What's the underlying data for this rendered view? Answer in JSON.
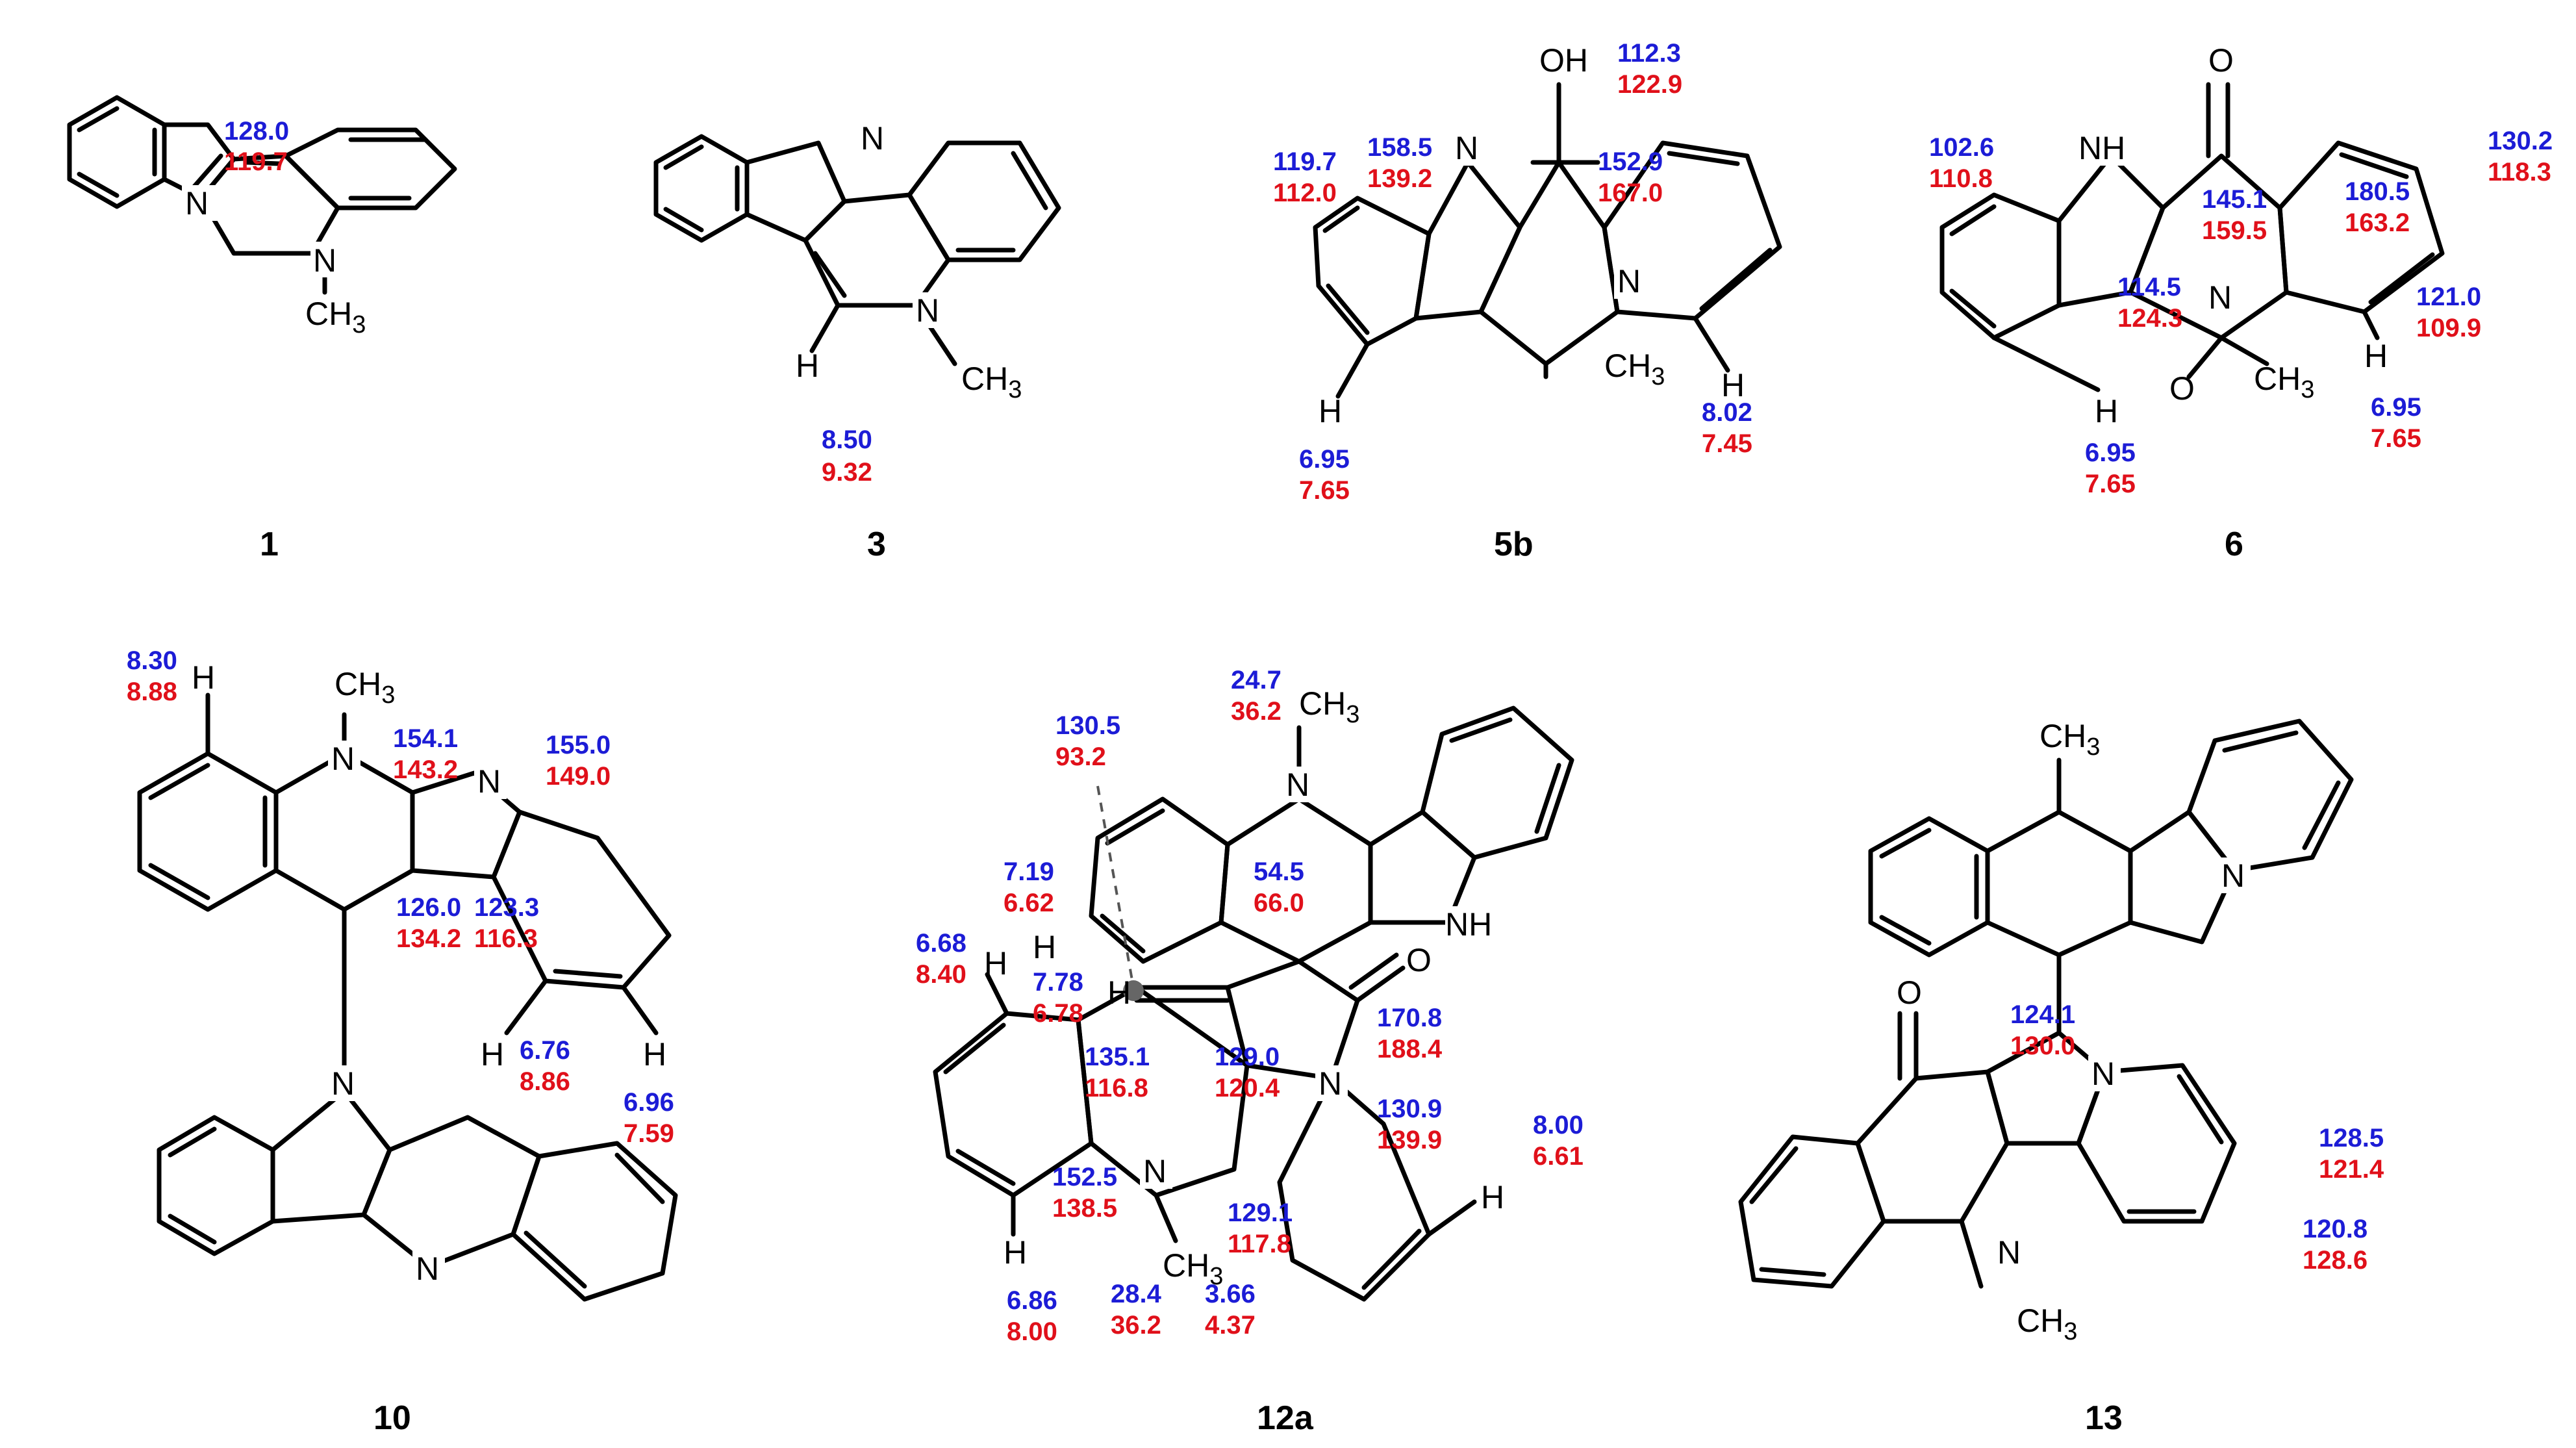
{
  "colors": {
    "upper_value": "#1c1cd6",
    "lower_value": "#e0101a",
    "bond": "#000000"
  },
  "compounds": {
    "c1": {
      "id": "1",
      "atoms": {
        "n_ring": "N",
        "n_methyl": "N",
        "ch3": "CH3"
      },
      "values": {
        "c_top_blue": "128.0",
        "c_top_red": "119.7"
      }
    },
    "c3": {
      "id": "3",
      "atoms": {
        "n_top": "N",
        "n_methyl": "N",
        "h": "H",
        "ch3": "CH3"
      },
      "values": {
        "h_blue": "8.50",
        "h_red": "9.32"
      }
    },
    "c5b": {
      "id": "5b",
      "atoms": {
        "oh": "OH",
        "n_ring": "N",
        "n_methyl": "N",
        "ch3": "CH3",
        "h_left": "H",
        "h_right": "H"
      },
      "values": {
        "a_blue": "119.7",
        "a_red": "112.0",
        "b_blue": "158.5",
        "b_red": "139.2",
        "c_blue": "152.9",
        "c_red": "167.0",
        "d_blue": "112.3",
        "d_red": "122.9",
        "hl_blue": "6.95",
        "hl_red": "7.65",
        "hr_blue": "8.02",
        "hr_red": "7.45"
      }
    },
    "c6": {
      "id": "6",
      "atoms": {
        "o_top": "O",
        "nh": "NH",
        "n_oxide": "N",
        "o_oxide": "O",
        "ch3": "CH3",
        "h_left": "H",
        "h_right": "H"
      },
      "values": {
        "a_blue": "102.6",
        "a_red": "110.8",
        "b_blue": "145.1",
        "b_red": "159.5",
        "c_blue": "180.5",
        "c_red": "163.2",
        "d_blue": "130.2",
        "d_red": "118.3",
        "e_blue": "114.5",
        "e_red": "124.3",
        "f_blue": "121.0",
        "f_red": "109.9",
        "hl_blue": "6.95",
        "hl_red": "7.65",
        "hr_blue": "6.95",
        "hr_red": "7.65"
      }
    },
    "c10": {
      "id": "10",
      "atoms": {
        "h_top": "H",
        "ch3": "CH3",
        "n_methyl": "N",
        "n_ring": "N",
        "n_link": "N",
        "n_bottom": "N",
        "h_mid": "H",
        "h_right": "H"
      },
      "values": {
        "ht_blue": "8.30",
        "ht_red": "8.88",
        "a_blue": "154.1",
        "a_red": "143.2",
        "b_blue": "155.0",
        "b_red": "149.0",
        "c_blue": "126.0",
        "c_red": "134.2",
        "d_blue": "123.3",
        "d_red": "116.3",
        "hm_blue": "6.76",
        "hm_red": "8.86",
        "hr_blue": "6.96",
        "hr_red": "7.59"
      }
    },
    "c12a": {
      "id": "12a",
      "atoms": {
        "ch3_top": "CH3",
        "n_top": "N",
        "nh": "NH",
        "o": "O",
        "n_mid": "N",
        "n_bottom": "N",
        "ch3_bottom": "CH3",
        "h1": "H",
        "h2": "H",
        "h3": "H",
        "h4": "H",
        "h5": "H"
      },
      "values": {
        "me_blue": "24.7",
        "me_red": "36.2",
        "a_blue": "130.5",
        "a_red": "93.2",
        "b_blue": "7.19",
        "b_red": "6.62",
        "spiro_blue": "54.5",
        "spiro_red": "66.0",
        "c_blue": "6.68",
        "c_red": "8.40",
        "d_blue": "7.78",
        "d_red": "6.78",
        "e_blue": "170.8",
        "e_red": "188.4",
        "f_blue": "135.1",
        "f_red": "116.8",
        "g_blue": "129.0",
        "g_red": "120.4",
        "h_blue": "130.9",
        "h_red": "139.9",
        "i_blue": "8.00",
        "i_red": "6.61",
        "j_blue": "152.5",
        "j_red": "138.5",
        "k_blue": "129.1",
        "k_red": "117.8",
        "l_blue": "6.86",
        "l_red": "8.00",
        "m_blue": "28.4",
        "m_red": "36.2",
        "n_blue": "3.66",
        "n_red": "4.37"
      }
    },
    "c13": {
      "id": "13",
      "atoms": {
        "ch3_top": "CH3",
        "n_ring": "N",
        "o": "O",
        "n_link": "N",
        "n_bottom": "N",
        "ch3_bottom": "CH3"
      },
      "values": {
        "a_blue": "124.1",
        "a_red": "130.0",
        "b_blue": "128.5",
        "b_red": "121.4",
        "c_blue": "120.8",
        "c_red": "128.6"
      }
    }
  }
}
